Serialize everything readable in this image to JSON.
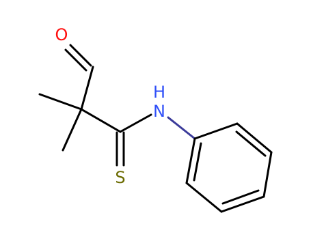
{
  "molecule": {
    "atoms": {
      "oxygen": {
        "label": "O",
        "color": "#ff0d0d"
      },
      "nitrogen": {
        "label": "N",
        "color": "#3050f8"
      },
      "hydrogen": {
        "label": "H",
        "color": "#3050f8"
      },
      "sulfur": {
        "label": "S",
        "color": "#6b6b00"
      }
    },
    "bond_color": "#000000",
    "nh_bond_color": "#3b3b9a"
  }
}
